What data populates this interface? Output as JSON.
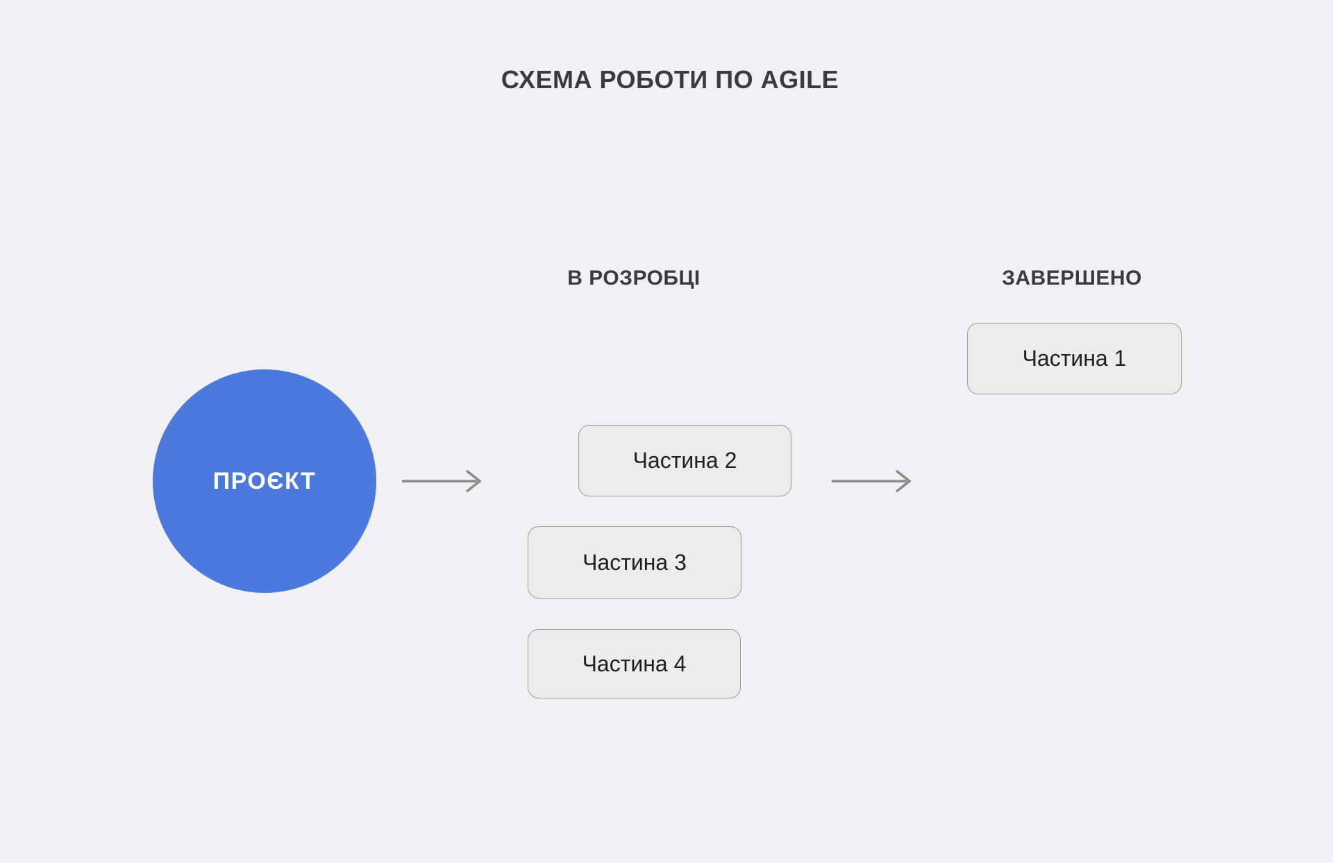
{
  "title": "СХЕМА РОБОТИ ПО AGILE",
  "project_node": {
    "label": "ПРОЄКТ"
  },
  "columns": {
    "in_development": {
      "heading": "В РОЗРОБЦІ",
      "items": [
        {
          "label": "Частина 2"
        },
        {
          "label": "Частина 3"
        },
        {
          "label": "Частина 4"
        }
      ]
    },
    "completed": {
      "heading": "ЗАВЕРШЕНО",
      "items": [
        {
          "label": "Частина 1"
        }
      ]
    }
  },
  "arrows": {
    "project_to_development": "right-arrow",
    "development_to_completed": "right-arrow"
  },
  "colors": {
    "background": "#f1f1f3",
    "accent_blue": "#4b79dd",
    "heading_text": "#3b3b3d",
    "box_fill": "#ececed",
    "box_border": "#9a9a9a",
    "box_text": "#202020",
    "arrow_gray": "#8a8a8a",
    "circle_text": "#ffffff"
  }
}
